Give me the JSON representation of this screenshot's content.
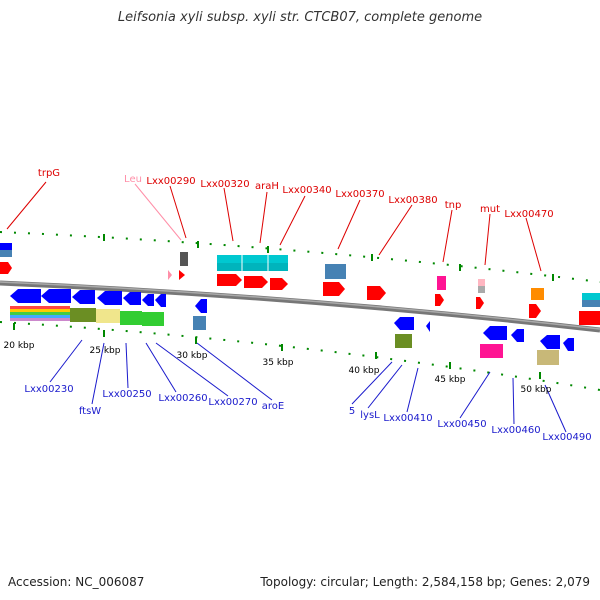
{
  "header": {
    "title": "Leifsonia xyli subsp. xyli str. CTCB07, complete genome"
  },
  "footer": {
    "accession": "Accession: NC_006087",
    "summary": "Topology: circular; Length: 2,584,158 bp; Genes: 2,079"
  },
  "colors": {
    "top_labels": "#dd0000",
    "trna_label": "#ff8fa8",
    "bottom_labels": "#1a1acc",
    "backbone": "#888888",
    "ticks": "#008800"
  },
  "scale_labels": [
    "20 kbp",
    "25 kbp",
    "30 kbp",
    "35 kbp",
    "40 kbp",
    "45 kbp",
    "50 kbp"
  ],
  "top_genes": [
    "trpG",
    "Leu",
    "Lxx00290",
    "Lxx00320",
    "araH",
    "Lxx00340",
    "Lxx00370",
    "Lxx00380",
    "tnp",
    "mut",
    "Lxx00470"
  ],
  "bottom_genes": [
    "Lxx00230",
    "ftsW",
    "Lxx00250",
    "Lxx00260",
    "Lxx00270",
    "aroE",
    "5",
    "lysL",
    "Lxx00410",
    "Lxx00450",
    "Lxx00460",
    "Lxx00490"
  ]
}
